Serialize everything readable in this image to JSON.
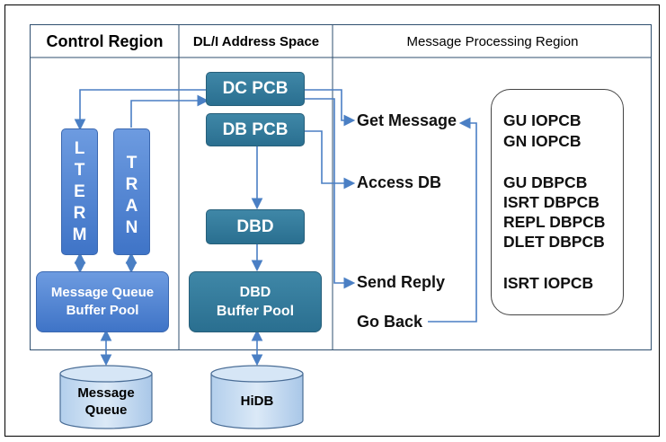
{
  "regions": {
    "control": "Control Region",
    "dli": "DL/I Address Space",
    "message": "Message Processing Region"
  },
  "boxes": {
    "dc_pcb": "DC PCB",
    "db_pcb": "DB PCB",
    "dbd": "DBD",
    "dbd_buffer_line1": "DBD",
    "dbd_buffer_line2": "Buffer Pool",
    "lterm": [
      "L",
      "T",
      "E",
      "R",
      "M"
    ],
    "tran": [
      "T",
      "R",
      "A",
      "N"
    ],
    "mq_buffer_line1": "Message Queue",
    "mq_buffer_line2": "Buffer Pool"
  },
  "databases": {
    "message_queue_line1": "Message",
    "message_queue_line2": "Queue",
    "hidb": "HiDB"
  },
  "steps": {
    "get_message": "Get Message",
    "access_db": "Access DB",
    "send_reply": "Send Reply",
    "go_back": "Go Back"
  },
  "calls": {
    "gu_iopcb": "GU IOPCB",
    "gn_iopcb": "GN IOPCB",
    "gu_dbpcb": "GU DBPCB",
    "isrt_dbpcb": "ISRT DBPCB",
    "repl_dbpcb": "REPL DBPCB",
    "dlet_dbpcb": "DLET DBPCB",
    "isrt_iopcb": "ISRT IOPCB"
  },
  "colors": {
    "light_box": "#4a80d0",
    "teal_box": "#2f7a9b",
    "arrow": "#4a7fc4",
    "cylinder": "#c9def3"
  }
}
